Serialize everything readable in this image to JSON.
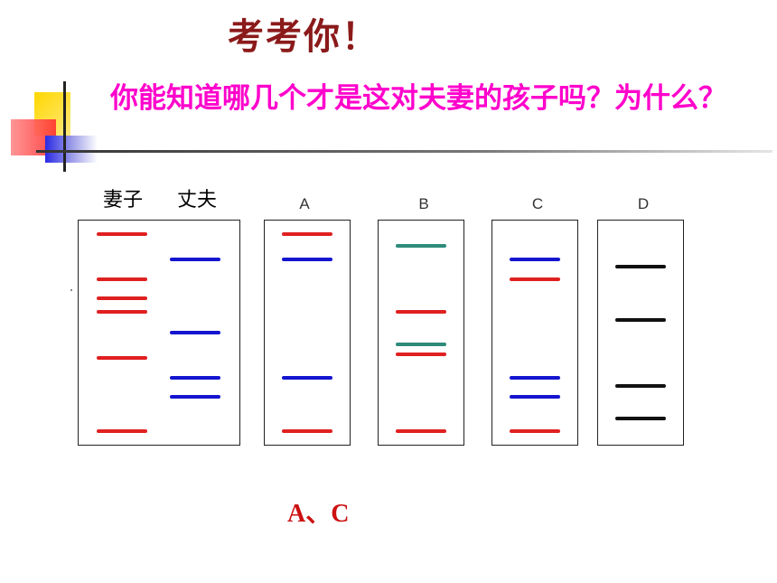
{
  "title": "考考你！",
  "question": "你能知道哪几个才是这对夫妻的孩子吗？为什么？",
  "labels": {
    "wife": "妻子",
    "husband": "丈夫"
  },
  "colors": {
    "red": "#e02020",
    "blue": "#1515d0",
    "teal": "#2e8b7a",
    "black": "#111111",
    "title": "#8b1a1a",
    "question": "#ff00cc",
    "answer": "#cc1111"
  },
  "lanes": [
    {
      "name": "A",
      "bands": [
        {
          "pos": 0.06,
          "color": "red"
        },
        {
          "pos": 0.175,
          "color": "blue"
        },
        {
          "pos": 0.705,
          "color": "blue"
        },
        {
          "pos": 0.945,
          "color": "red"
        }
      ]
    },
    {
      "name": "B",
      "bands": [
        {
          "pos": 0.115,
          "color": "teal"
        },
        {
          "pos": 0.41,
          "color": "red"
        },
        {
          "pos": 0.555,
          "color": "teal"
        },
        {
          "pos": 0.6,
          "color": "red"
        },
        {
          "pos": 0.945,
          "color": "red"
        }
      ]
    },
    {
      "name": "C",
      "bands": [
        {
          "pos": 0.175,
          "color": "blue"
        },
        {
          "pos": 0.265,
          "color": "red"
        },
        {
          "pos": 0.705,
          "color": "blue"
        },
        {
          "pos": 0.79,
          "color": "blue"
        },
        {
          "pos": 0.945,
          "color": "red"
        }
      ]
    },
    {
      "name": "D",
      "bands": [
        {
          "pos": 0.205,
          "color": "black"
        },
        {
          "pos": 0.445,
          "color": "black"
        },
        {
          "pos": 0.74,
          "color": "black"
        },
        {
          "pos": 0.885,
          "color": "black"
        }
      ]
    }
  ],
  "parents": {
    "wife_bands": [
      {
        "pos": 0.06,
        "color": "red"
      },
      {
        "pos": 0.265,
        "color": "red"
      },
      {
        "pos": 0.35,
        "color": "red"
      },
      {
        "pos": 0.41,
        "color": "red"
      },
      {
        "pos": 0.615,
        "color": "red"
      },
      {
        "pos": 0.945,
        "color": "red"
      }
    ],
    "husband_bands": [
      {
        "pos": 0.175,
        "color": "blue"
      },
      {
        "pos": 0.5,
        "color": "blue"
      },
      {
        "pos": 0.705,
        "color": "blue"
      },
      {
        "pos": 0.79,
        "color": "blue"
      }
    ]
  },
  "answer": "A、C"
}
